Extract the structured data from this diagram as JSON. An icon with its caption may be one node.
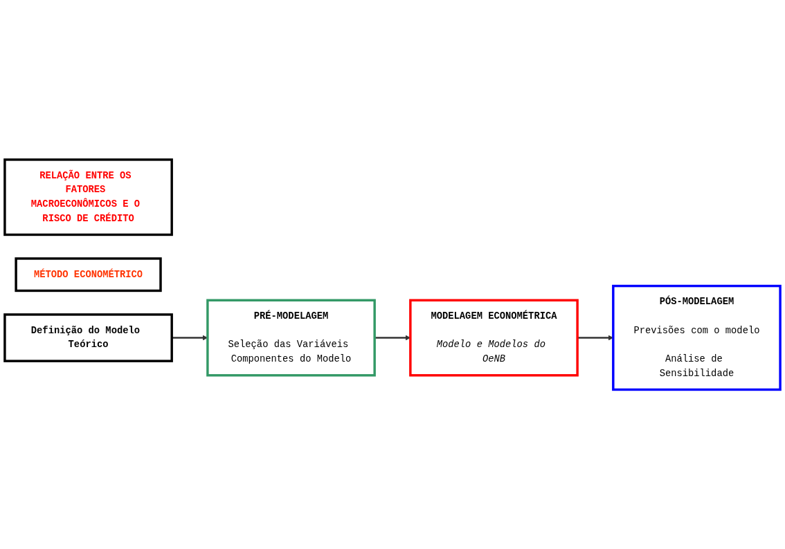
{
  "diagram": {
    "nodes": [
      {
        "text": [
          "RELAÇÃO ENTRE OS FATORES MACROECONÔMICOS E O RISCO DE CRÉDITO"
        ]
      },
      {
        "text": [
          "MÉTODO ECONOMÉTRICO"
        ]
      },
      {
        "text": [
          "Definição do Modelo Teórico"
        ]
      },
      {
        "text": [
          "PRÉ-MODELAGEM",
          "Seleção das Variáveis Componentes do Modelo"
        ]
      },
      {
        "text": [
          "MODELAGEM ECONOMÉTRICA",
          "Modelo e Modelos do OeNB"
        ]
      },
      {
        "text": [
          "PÓS-MODELAGEM",
          "Previsões com o modelo",
          "Análise de Sensibilidade"
        ]
      }
    ],
    "edges": [
      {
        "from": 2,
        "to": 3,
        "arrow": "to"
      },
      {
        "from": 3,
        "to": 4,
        "arrow": "to"
      },
      {
        "from": 4,
        "to": 5,
        "arrow": "to"
      }
    ]
  }
}
